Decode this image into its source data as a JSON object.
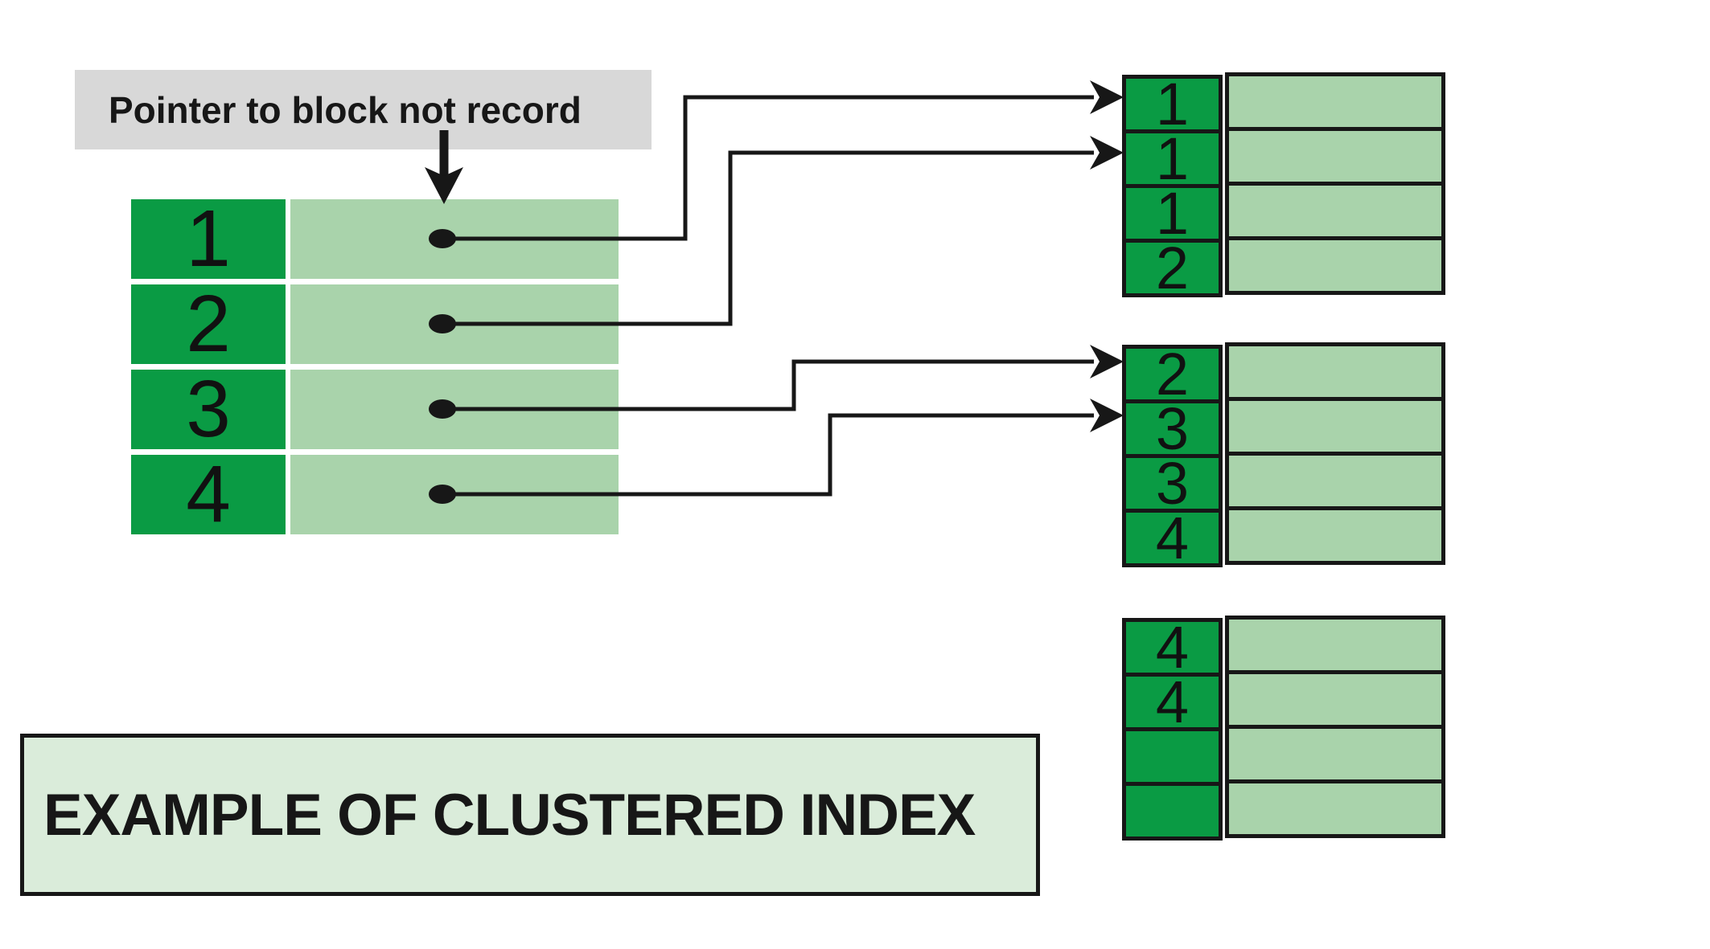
{
  "annotation": {
    "label": "Pointer to block not record"
  },
  "title": {
    "label": "EXAMPLE OF CLUSTERED INDEX"
  },
  "index_table": {
    "rows": [
      {
        "key": "1"
      },
      {
        "key": "2"
      },
      {
        "key": "3"
      },
      {
        "key": "4"
      }
    ]
  },
  "blocks": [
    {
      "id": "block-1",
      "rows": [
        {
          "key": "1"
        },
        {
          "key": "1"
        },
        {
          "key": "1"
        },
        {
          "key": "2"
        }
      ]
    },
    {
      "id": "block-2",
      "rows": [
        {
          "key": "2"
        },
        {
          "key": "3"
        },
        {
          "key": "3"
        },
        {
          "key": "4"
        }
      ]
    },
    {
      "id": "block-3",
      "rows": [
        {
          "key": "4"
        },
        {
          "key": "4"
        },
        {
          "key": ""
        },
        {
          "key": ""
        }
      ]
    }
  ],
  "icons": {
    "down_arrow": "down-arrow",
    "pointer_dot": "pointer-dot",
    "arrowhead": "right-arrowhead"
  },
  "colors": {
    "dark_green": "#0a9b44",
    "light_green": "#a9d3ab",
    "pale_green": "#daecda",
    "gray": "#d8d8d8",
    "line": "#171717"
  }
}
